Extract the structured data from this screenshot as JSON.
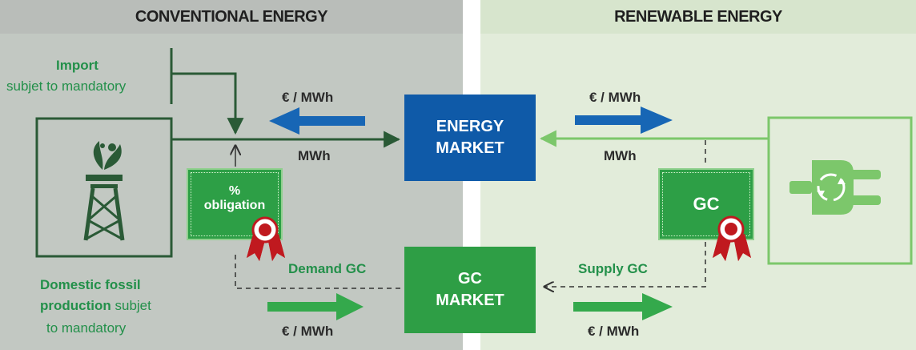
{
  "headers": {
    "conventional": "CONVENTIONAL ENERGY",
    "renewable": "RENEWABLE ENERGY"
  },
  "import": {
    "title": "Import",
    "subtitle": "subjet to mandatory"
  },
  "domestic": {
    "line1": "Domestic fossil",
    "line2_bold": "production",
    "line2_rest": " subjet",
    "line3": "to mandatory"
  },
  "markets": {
    "energy_line1": "ENERGY",
    "energy_line2": "MARKET",
    "gc_line1": "GC",
    "gc_line2": "MARKET"
  },
  "certificates": {
    "obligation_line1": "%",
    "obligation_line2": "obligation",
    "gc": "GC"
  },
  "flows": {
    "left_price_top": "€ / MWh",
    "left_mwh": "MWh",
    "right_price_top": "€ / MWh",
    "right_mwh": "MWh",
    "demand_gc": "Demand GC",
    "supply_gc": "Supply GC",
    "left_price_bottom": "€ / MWh",
    "right_price_bottom": "€ / MWh"
  },
  "icons": [
    "oil-rig-icon",
    "eco-plug-icon",
    "award-ribbon-icon"
  ],
  "colors": {
    "energy_market": "#0f5aa8",
    "gc_market": "#2e9e45",
    "conventional_bg": "#c2c8c2",
    "renewable_bg": "#e2ecda",
    "accent_green": "#23904a",
    "light_green": "#7cc76b"
  }
}
